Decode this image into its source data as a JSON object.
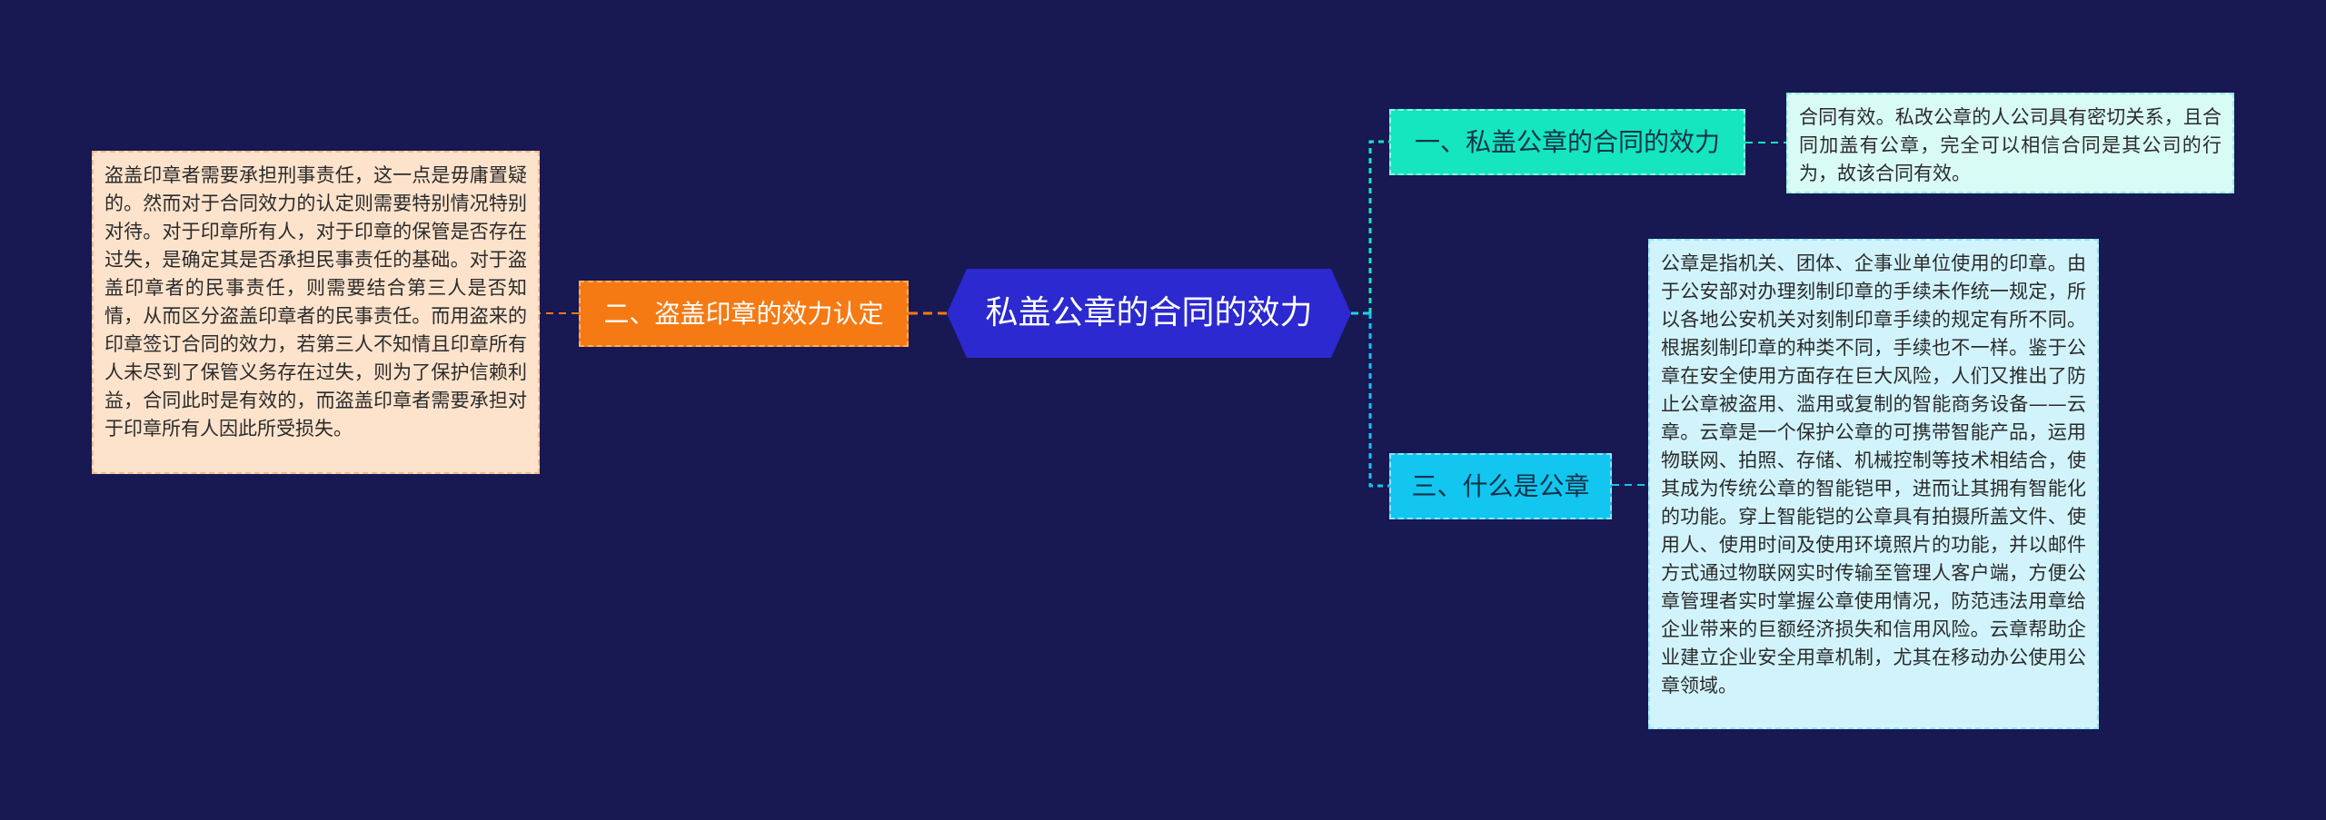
{
  "root": {
    "label": "私盖公章的合同的效力"
  },
  "branches": [
    {
      "label": "一、私盖公章的合同的效力",
      "detail": "合同有效。私改公章的人公司具有密切关系，且合同加盖有公章，完全可以相信合同是其公司的行为，故该合同有效。",
      "color": "#15e6c0"
    },
    {
      "label": "二、盗盖印章的效力认定",
      "detail": "盗盖印章者需要承担刑事责任，这一点是毋庸置疑的。然而对于合同效力的认定则需要特别情况特别对待。对于印章所有人，对于印章的保管是否存在过失，是确定其是否承担民事责任的基础。对于盗盖印章者的民事责任，则需要结合第三人是否知情，从而区分盗盖印章者的民事责任。而用盗来的印章签订合同的效力，若第三人不知情且印章所有人未尽到了保管义务存在过失，则为了保护信赖利益，合同此时是有效的，而盗盖印章者需要承担对于印章所有人因此所受损失。",
      "color": "#f57a14"
    },
    {
      "label": "三、什么是公章",
      "detail": "公章是指机关、团体、企事业单位使用的印章。由于公安部对办理刻制印章的手续未作统一规定，所以各地公安机关对刻制印章手续的规定有所不同。根据刻制印章的种类不同，手续也不一样。鉴于公章在安全使用方面存在巨大风险，人们又推出了防止公章被盗用、滥用或复制的智能商务设备——云章。云章是一个保护公章的可携带智能产品，运用物联网、拍照、存储、机械控制等技术相结合，使其成为传统公章的智能铠甲，进而让其拥有智能化的功能。穿上智能铠的公章具有拍摄所盖文件、使用人、使用时间及使用环境照片的功能，并以邮件方式通过物联网实时传输至管理人客户端，方便公章管理者实时掌握公章使用情况，防范违法用章给企业带来的巨额经济损失和信用风险。云章帮助企业建立企业安全用章机制，尤其在移动办公使用公章领域。",
      "color": "#12c6ef"
    }
  ],
  "colors": {
    "background": "#181853",
    "root": "#2b29cf"
  }
}
